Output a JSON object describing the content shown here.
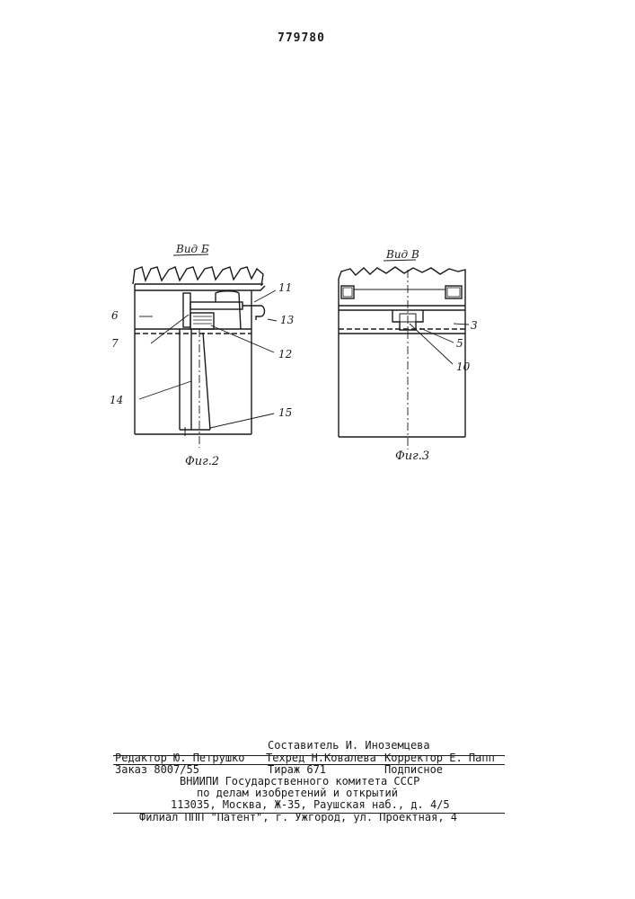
{
  "patent_number": "779780",
  "figure2": {
    "view_label": "Вид Б",
    "caption": "Фиг.2",
    "callouts": [
      "6",
      "7",
      "14",
      "11",
      "13",
      "12",
      "15"
    ]
  },
  "figure3": {
    "view_label": "Вид В",
    "caption": "Фиг.3",
    "callouts": [
      "3",
      "5",
      "10"
    ]
  },
  "imprint": {
    "compiler": "Составитель И. Иноземцева",
    "editor": "Редактор Ю. Петрушко",
    "techred": "Техред Н.Ковалева",
    "corrector": "Корректор Е. Папп",
    "order": "Заказ 8007/55",
    "circulation": "Тираж 671",
    "subscription": "Подписное",
    "org_line1": "ВНИИПИ Государственного комитета СССР",
    "org_line2": "по делам изобретений и открытий",
    "address": "113035, Москва, Ж-35, Раушская наб., д. 4/5",
    "branch": "Филиал ППП \"Патент\", г. Ужгород, ул. Проектная, 4"
  }
}
